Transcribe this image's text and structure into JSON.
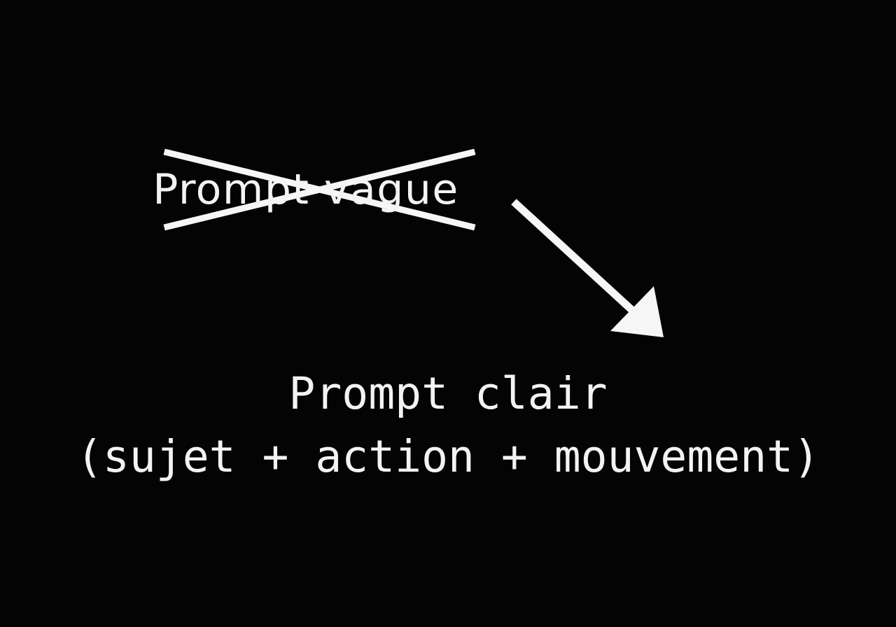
{
  "slide": {
    "background_color": "#040404",
    "text_color": "#f3f3f3",
    "accent_color": "#ffffff"
  },
  "crossed_item": {
    "label": "Prompt vague",
    "icon": "x-cross-strikethrough-icon"
  },
  "connector": {
    "icon": "arrow-down-right-icon"
  },
  "recommended_item": {
    "title": "Prompt clair",
    "subtitle": "(sujet + action + mouvement)"
  }
}
